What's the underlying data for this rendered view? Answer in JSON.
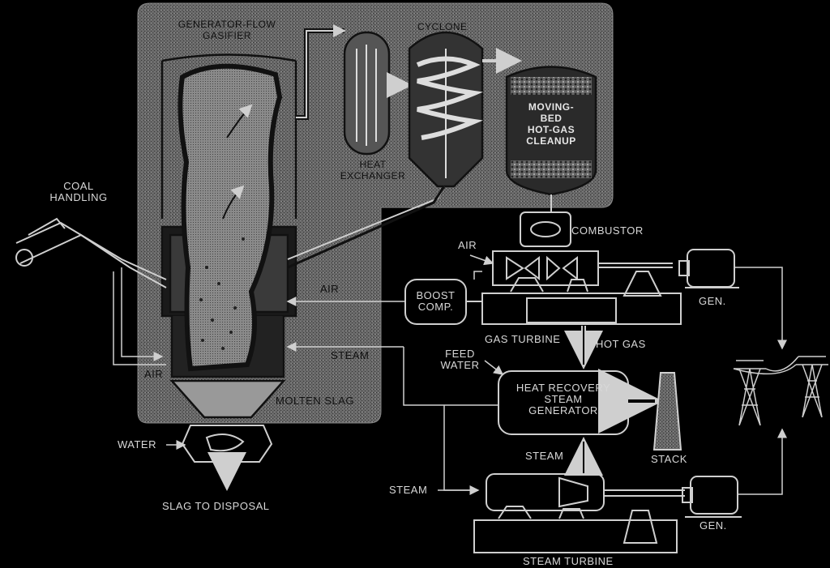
{
  "labels": {
    "gasifier": [
      "GENERATOR-FLOW",
      "GASIFIER"
    ],
    "cyclone": "CYCLONE",
    "heat_exchanger": [
      "HEAT",
      "EXCHANGER"
    ],
    "cleanup": [
      "MOVING-",
      "BED",
      "HOT-GAS",
      "CLEANUP"
    ],
    "coal_handling": [
      "COAL",
      "HANDLING"
    ],
    "combustor": "COMBUSTOR",
    "air_turbine": "AIR",
    "air_gasifier": "AIR",
    "air_bottom": "AIR",
    "steam_gasifier": "STEAM",
    "boost": [
      "BOOST",
      "COMP."
    ],
    "gen_top": "GEN.",
    "gas_turbine": "GAS TURBINE",
    "hot_gas": "HOT GAS",
    "feed_water": [
      "FEED",
      "WATER"
    ],
    "hrsg": [
      "HEAT RECOVERY",
      "STEAM",
      "GENERATOR"
    ],
    "molten_slag": "MOLTEN SLAG",
    "water": "WATER",
    "slag": "SLAG TO DISPOSAL",
    "steam_hrsg": "STEAM",
    "stack": "STACK",
    "steam_left": "STEAM",
    "gen_bottom": "GEN.",
    "steam_turbine": "STEAM TURBINE"
  }
}
